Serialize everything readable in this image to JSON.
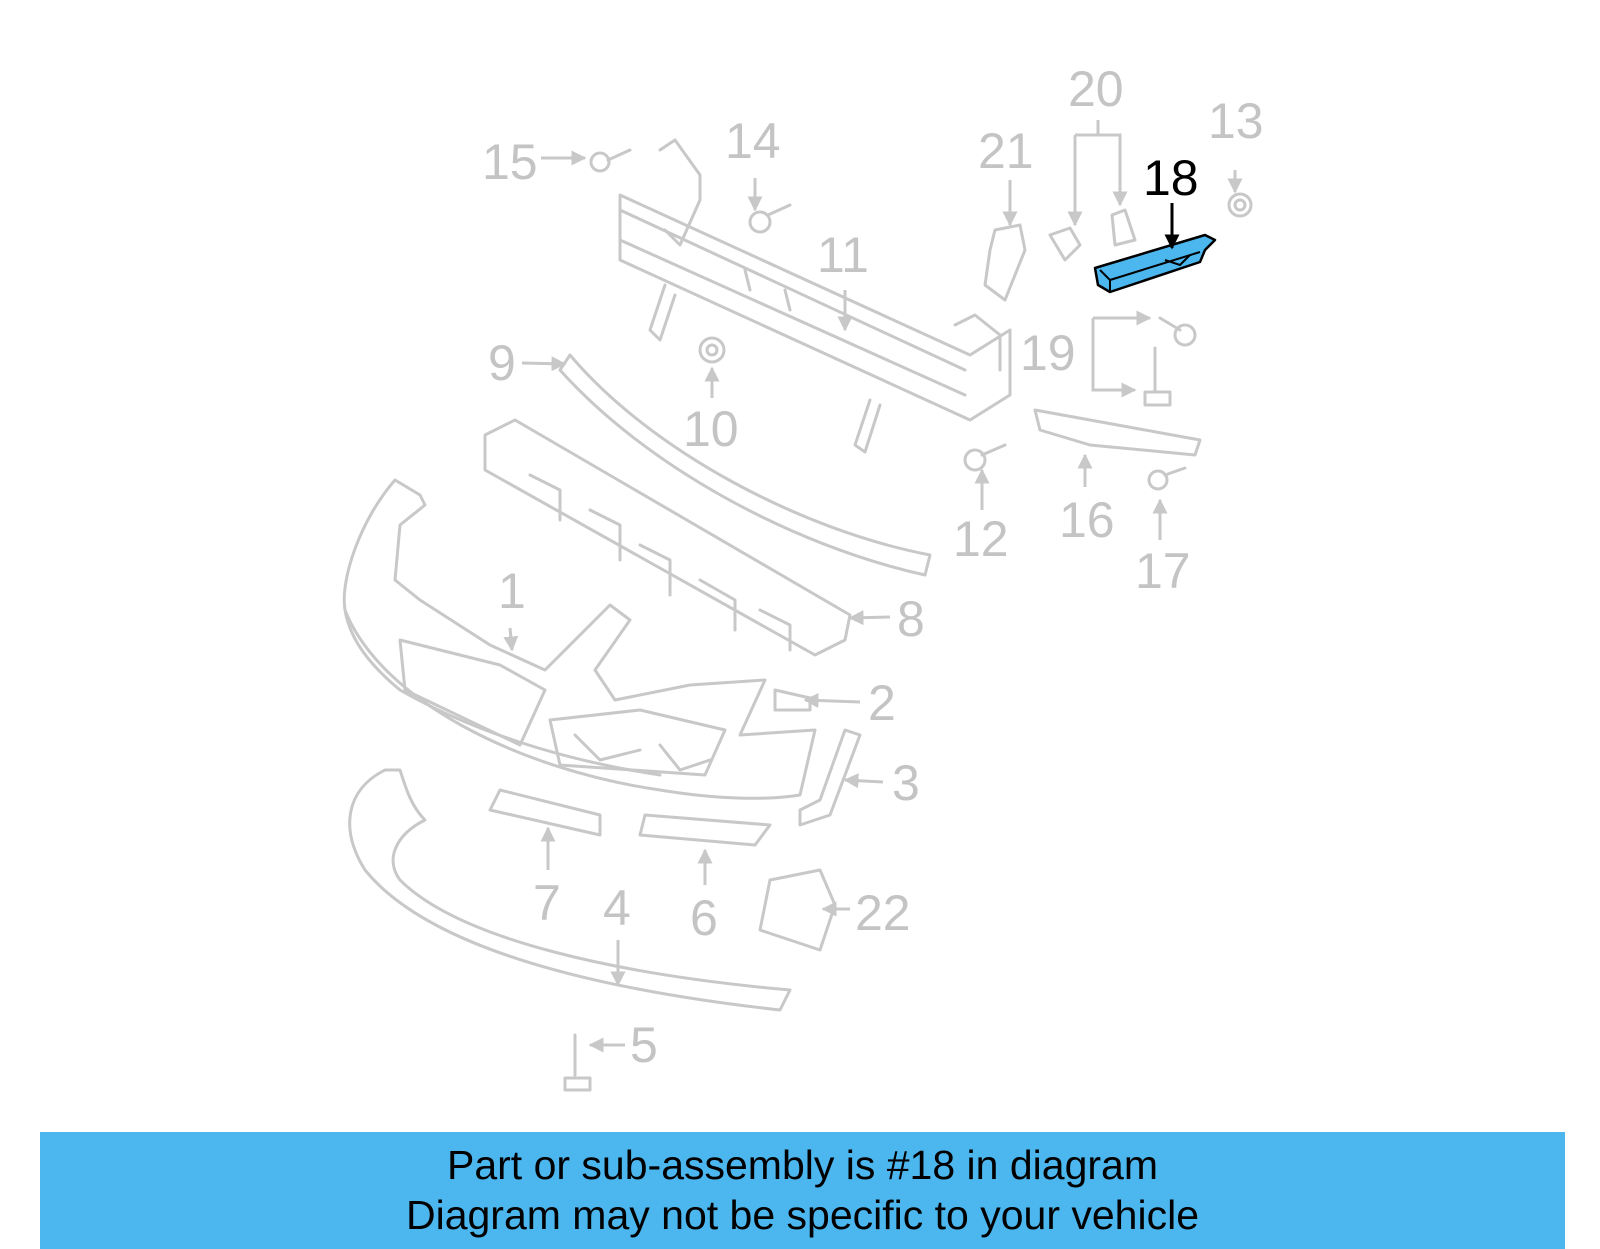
{
  "diagram": {
    "callouts": {
      "c1": "1",
      "c2": "2",
      "c3": "3",
      "c4": "4",
      "c5": "5",
      "c6": "6",
      "c7": "7",
      "c8": "8",
      "c9": "9",
      "c10": "10",
      "c11": "11",
      "c12": "12",
      "c13": "13",
      "c14": "14",
      "c15": "15",
      "c16": "16",
      "c17": "17",
      "c18": "18",
      "c19": "19",
      "c20": "20",
      "c21": "21",
      "c22": "22"
    },
    "highlighted_part": "18",
    "colors": {
      "part_line": "#c8c8c8",
      "highlight_fill": "#4cb6ef",
      "highlight_label": "#000000",
      "banner_bg": "#4cb6ef"
    }
  },
  "banner": {
    "line1": "Part or sub-assembly is #18 in diagram",
    "line2": "Diagram may not be specific to your vehicle"
  }
}
